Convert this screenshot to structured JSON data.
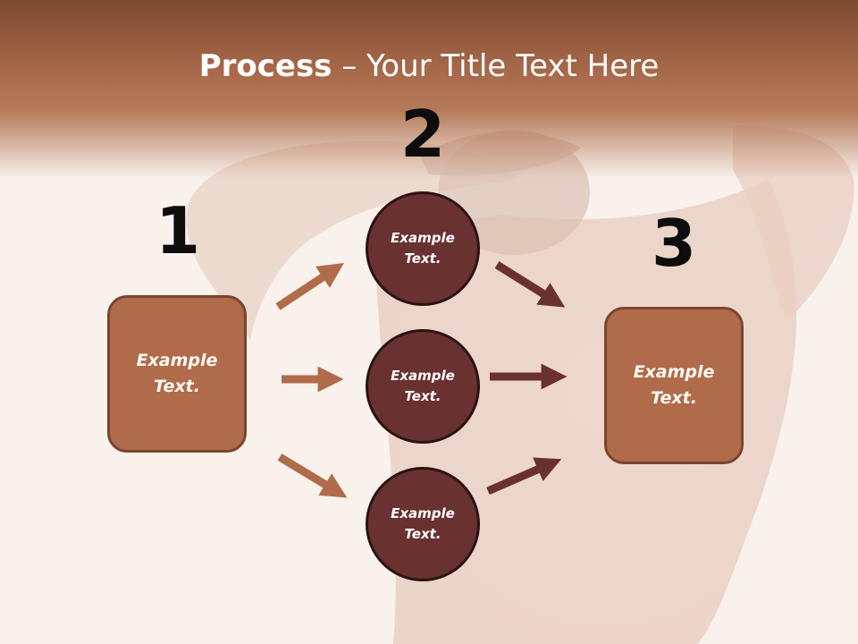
{
  "slide": {
    "title_bold": "Process",
    "title_rest": " – Your Title Text Here"
  },
  "steps": {
    "one": "1",
    "two": "2",
    "three": "3"
  },
  "nodes": {
    "left_box": "Example\nText.",
    "circle_top": "Example\nText.",
    "circle_middle": "Example\nText.",
    "circle_bottom": "Example\nText.",
    "right_box": "Example\nText."
  },
  "colors": {
    "header": "#a8694a",
    "box_fill": "#b06b4a",
    "circle_fill": "#6a3131",
    "arrow_light": "#b06b4a",
    "arrow_dark": "#6a3131"
  }
}
